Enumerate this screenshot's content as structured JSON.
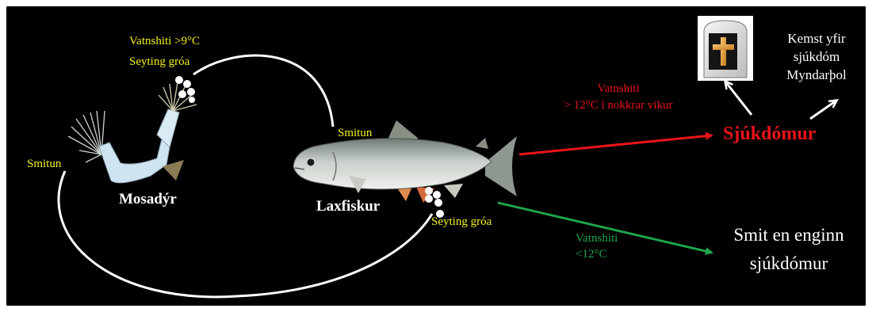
{
  "labels": {
    "bryozoan_temp": "Vatnshiti >9°C",
    "bryozoan_release": "Seyting gróa",
    "left_infection": "Smitun",
    "fish_infection": "Smitun",
    "bryozoan_name": "Mosadýr",
    "fish_name": "Laxfiskur",
    "fish_release": "Seyting gróa",
    "red_temp_line1": "Vatnshiti",
    "red_temp_line2": "> 12°C í nokkrar vikur",
    "green_temp_line1": "Vatnshiti",
    "green_temp_line2": "<12°C",
    "disease": "Sjúkdómur",
    "no_disease_line1": "Smit en enginn",
    "no_disease_line2": "sjúkdómur",
    "recover_line1": "Kemst yfir",
    "recover_line2": "sjúkdóm",
    "recover_line3": "Myndarþol"
  },
  "icons": {
    "gravestone": "gravestone-cross-icon",
    "fish": "salmon-fish-illustration",
    "bryozoan": "bryozoan-illustration"
  },
  "colors": {
    "background": "#000000",
    "yellow_text": "#f3f01e",
    "red": "#e8141a",
    "green": "#1fa54c",
    "white": "#ffffff"
  }
}
